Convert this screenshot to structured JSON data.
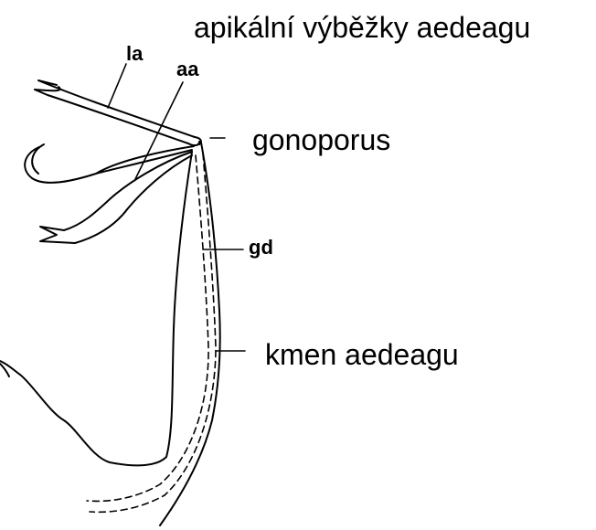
{
  "labels": {
    "title": "apikální výběžky aedeagu",
    "gonoporus": "gonoporus",
    "kmen": "kmen aedeagu",
    "la": "la",
    "aa": "aa",
    "gd": "gd"
  },
  "colors": {
    "ink": "#000000",
    "background": "#ffffff"
  }
}
